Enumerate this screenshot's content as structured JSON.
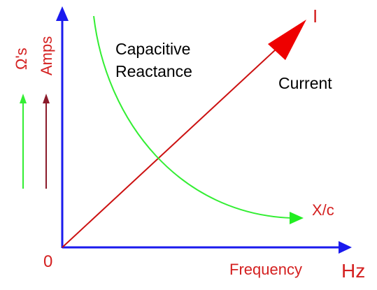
{
  "labels": {
    "capacitive_line1": "Capacitive",
    "capacitive_line2": "Reactance",
    "current": "Current",
    "current_symbol": "I",
    "reactance_symbol": "X/c",
    "origin": "0",
    "frequency": "Frequency",
    "hz": "Hz",
    "amps": "Amps",
    "ohms": "Ω's"
  },
  "colors": {
    "axis": "#1a1aee",
    "current": "#cc1111",
    "current_arrowhead": "#ee0000",
    "reactance": "#33ee33",
    "reactance_arrowhead": "#22ee22",
    "amps_arrow": "#8b1a2a",
    "ohms_arrow": "#33ee33",
    "red_text": "#d42020",
    "black_text": "#000000"
  }
}
